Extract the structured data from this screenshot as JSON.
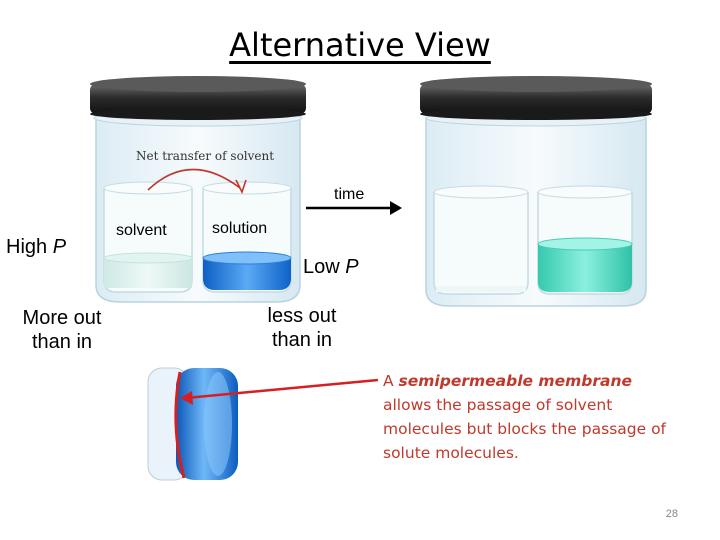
{
  "slide": {
    "title": "Alternative View",
    "page_number": "28"
  },
  "diagram": {
    "net_transfer_label": "Net transfer of solvent",
    "time_label": "time",
    "solvent_label": "solvent",
    "solution_label": "solution",
    "high_p_text": "High ",
    "high_p_var": "P",
    "low_p_text": "Low ",
    "low_p_var": "P",
    "more_out_line1": "More out",
    "more_out_line2": "than in",
    "less_out_line1": "less out",
    "less_out_line2": "than in"
  },
  "caption": {
    "prefix": "A ",
    "emphasis": "semipermeable membrane",
    "rest": " allows the passage of solvent molecules but blocks the passage of solute molecules."
  },
  "colors": {
    "lid_dark": "#3a3a3a",
    "solution_blue": "#1f7fe0",
    "solution_teal": "#4fd8c0",
    "caption_red": "#c0392b",
    "membrane_red": "#d42020"
  }
}
